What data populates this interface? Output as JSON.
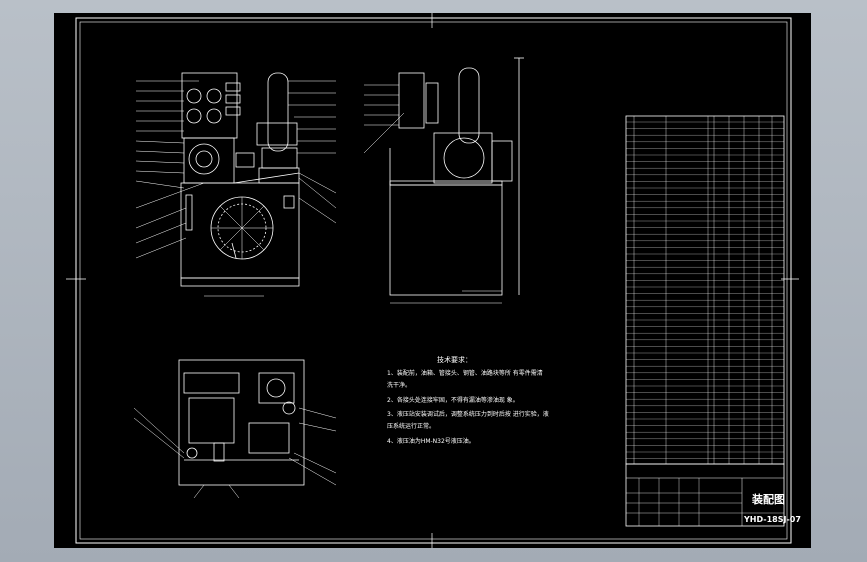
{
  "colors": {
    "background": "#000000",
    "line": "#ffffff",
    "viewport": "#adb4bd"
  },
  "notes": {
    "title": "技术要求：",
    "lines": [
      "1、装配前，油箱、管接头、钢管、油路块等所   有零件需清",
      "洗干净。",
      "2、各接头处连接牢固，不得有漏油等渗油现   象。",
      "3、液压站安装调试后，调整系统压力到时后按   进行实验，液",
      "压系统运行正常。",
      "4、液压油为HM-N32号液压油。"
    ]
  },
  "title_block": {
    "drawing_name": "装配图",
    "drawing_number": "YHD-18SJ-07"
  }
}
